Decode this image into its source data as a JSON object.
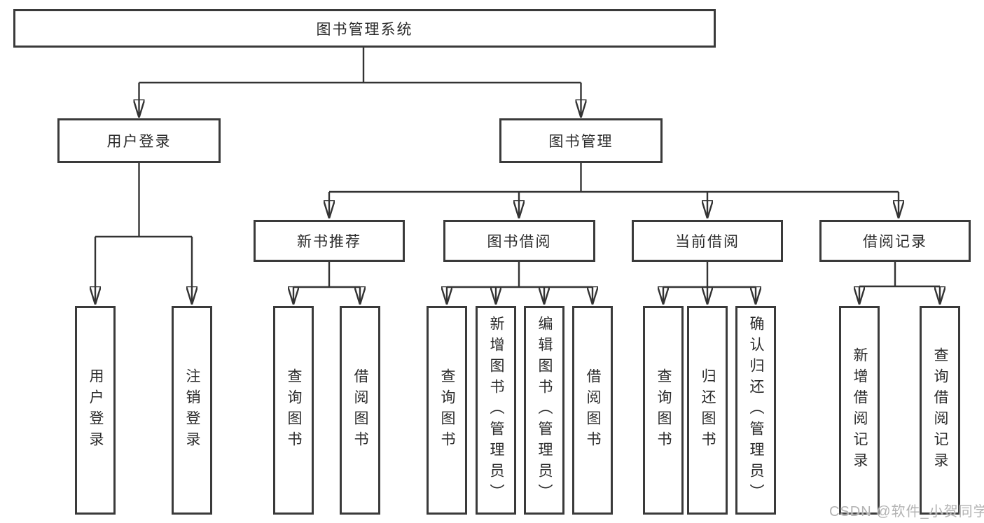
{
  "diagram": {
    "root": {
      "label": "图书管理系统"
    },
    "level2": {
      "user_login": {
        "label": "用户登录"
      },
      "book_management": {
        "label": "图书管理"
      }
    },
    "level3": {
      "new_book_recommend": {
        "label": "新书推荐"
      },
      "book_borrow": {
        "label": "图书借阅"
      },
      "current_borrow": {
        "label": "当前借阅"
      },
      "borrow_records": {
        "label": "借阅记录"
      }
    },
    "leaves": {
      "user_login_leaf": {
        "label": "用户登录"
      },
      "logout_leaf": {
        "label": "注销登录"
      },
      "query_book_recommend": {
        "label": "查询图书"
      },
      "borrow_book_recommend": {
        "label": "借阅图书"
      },
      "query_book_borrow": {
        "label": "查询图书"
      },
      "add_book_admin": {
        "label": "新增图书（管理员）"
      },
      "edit_book_admin": {
        "label": "编辑图书（管理员）"
      },
      "borrow_book_leaf": {
        "label": "借阅图书"
      },
      "query_book_current": {
        "label": "查询图书"
      },
      "return_book": {
        "label": "归还图书"
      },
      "confirm_return_admin": {
        "label": "确认归还（管理员）"
      },
      "add_borrow_record": {
        "label": "新增借阅记录"
      },
      "query_borrow_record": {
        "label": "查询借阅记录"
      }
    },
    "watermark": "CSDN @软件_小贺同学",
    "colors": {
      "border": "#3a3a3a",
      "text": "#2b2b2b",
      "line": "#333333",
      "arrow": "#2f2f2f",
      "watermark": "#b3b3b3",
      "background": "#ffffff"
    }
  }
}
